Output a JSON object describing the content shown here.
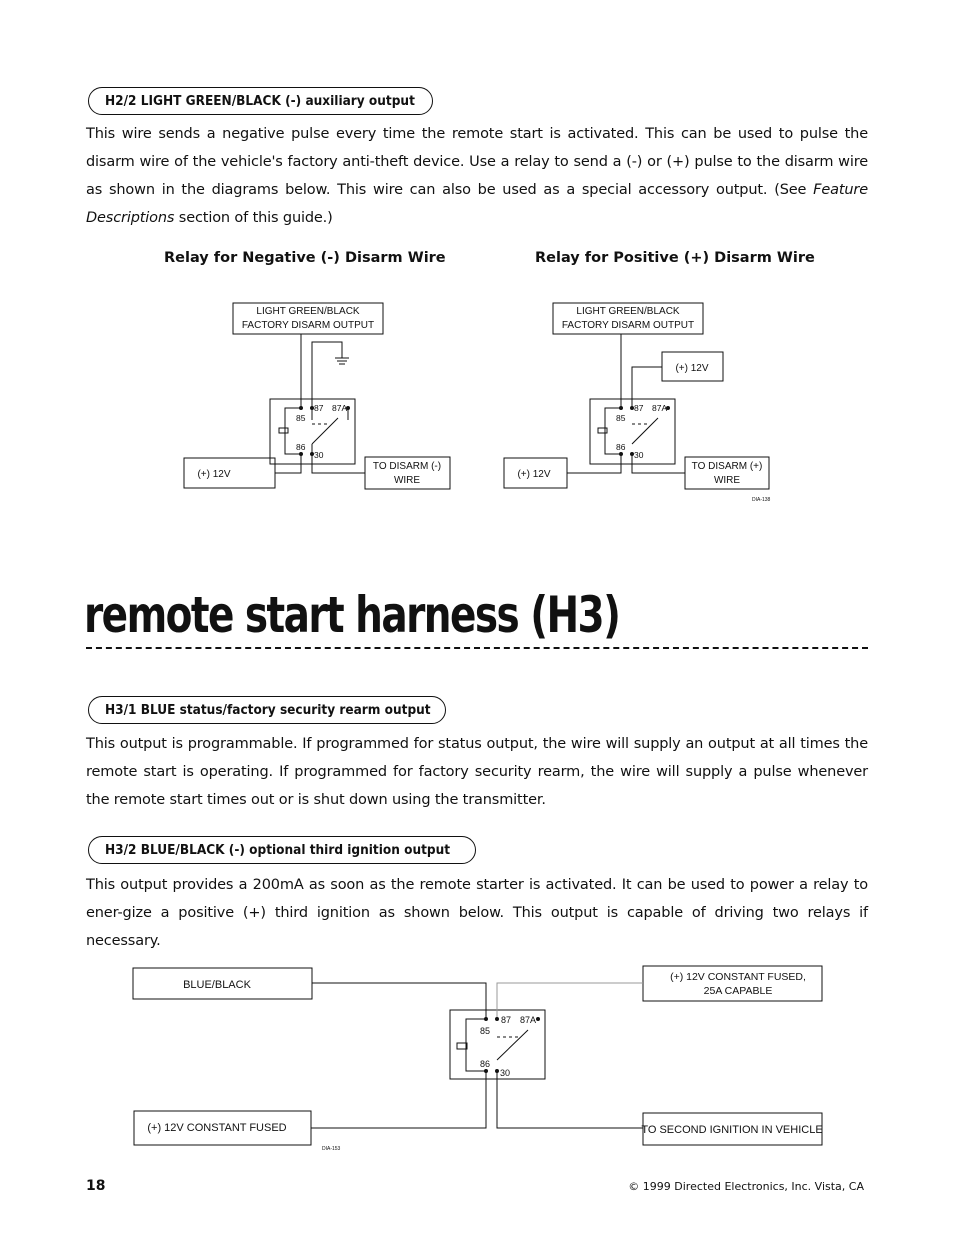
{
  "section_h2": {
    "label": "H2/2 LIGHT GREEN/BLACK (-) auxiliary output",
    "text_part1": "This wire sends a negative pulse every time the remote start is activated. This can be used to pulse the disarm wire of the vehicle's factory anti-theft device. Use a relay to send a (-) or (+) pulse to the disarm wire as shown in the diagrams below. This wire can also be used as a special accessory output. (See ",
    "text_italic": "Feature Descriptions",
    "text_part2": " section of this guide.)",
    "caption_negative": "Relay for Negative (-) Disarm Wire",
    "caption_positive": "Relay for Positive (+) Disarm Wire"
  },
  "diagram_negative": {
    "source_line1": "LIGHT GREEN/BLACK",
    "source_line2": "FACTORY DISARM OUTPUT",
    "power": "(+) 12V",
    "out_line1": "TO DISARM (-)",
    "out_line2": "WIRE"
  },
  "diagram_positive": {
    "source_line1": "LIGHT GREEN/BLACK",
    "source_line2": "FACTORY DISARM OUTPUT",
    "power_top": "(+) 12V",
    "power": "(+) 12V",
    "out_line1": "TO DISARM (+)",
    "out_line2": "WIRE",
    "code": "DIA-138"
  },
  "relay_pins": {
    "p87": "87",
    "p87a": "87A",
    "p85": "85",
    "p86": "86",
    "p30": "30"
  },
  "section_title": "remote start harness (H3)",
  "section_h3_1": {
    "label": "H3/1 BLUE status/factory security rearm output",
    "text": "This output is programmable. If programmed for status output, the wire will supply an output at all times the remote start is operating. If programmed for factory security rearm, the wire will supply a pulse whenever the remote start times out or is shut down using the transmitter."
  },
  "section_h3_2": {
    "label": "H3/2 BLUE/BLACK (-) optional third ignition output",
    "text": "This output provides a 200mA as soon as the remote starter is activated. It can be used to power a relay to ener-gize a positive (+) third ignition as shown below. This output is capable of driving two relays if necessary."
  },
  "diagram_ignition": {
    "input": "BLUE/BLACK",
    "supply_line1": "(+) 12V CONSTANT FUSED,",
    "supply_line2": "25A CAPABLE",
    "power": "(+) 12V CONSTANT FUSED",
    "output": "TO SECOND IGNITION IN VEHICLE",
    "code": "DIA-153"
  },
  "footer": {
    "page_number": "18",
    "copyright": "© 1999 Directed Electronics, Inc. Vista, CA"
  }
}
